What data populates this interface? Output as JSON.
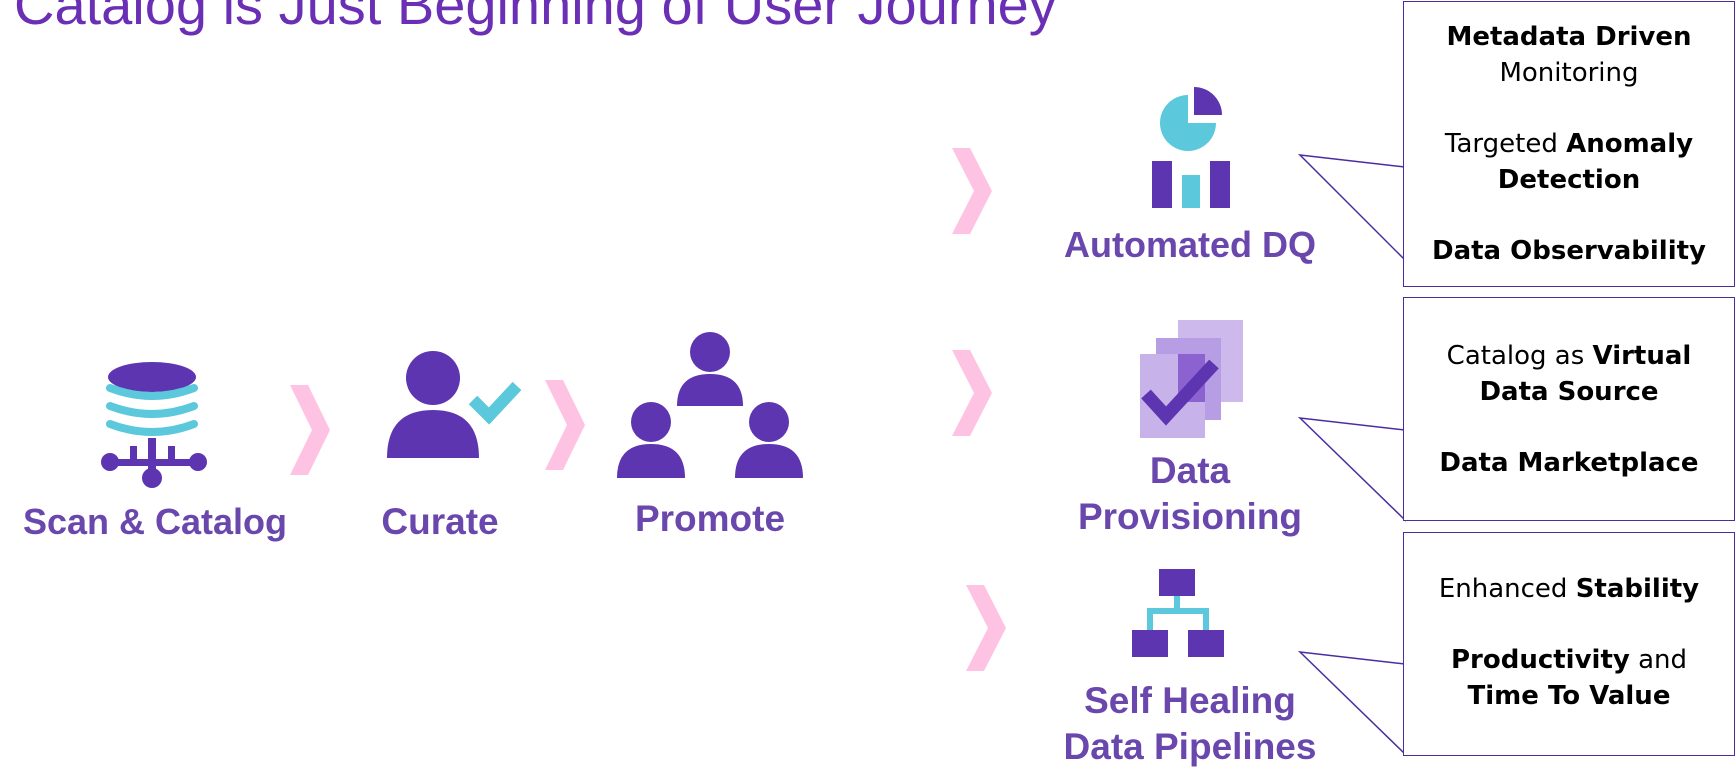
{
  "title": "Catalog is Just Beginning of User Journey",
  "stages": {
    "scan": "Scan & Catalog",
    "curate": "Curate",
    "promote": "Promote"
  },
  "outcomes": {
    "dq": "Automated DQ",
    "provisioning": [
      "Data",
      "Provisioning"
    ],
    "self_healing": [
      "Self Healing",
      "Data Pipelines"
    ]
  },
  "callouts": {
    "dq": {
      "l1_bold": "Metadata Driven",
      "l2": "Monitoring",
      "l3_normal": "Targeted ",
      "l3_bold": "Anomaly",
      "l4_bold": "Detection",
      "l5_bold": "Data Observability"
    },
    "provisioning": {
      "l1_normal": "Catalog as ",
      "l1_bold": "Virtual",
      "l2_bold": "Data Source",
      "l3_bold": "Data Marketplace"
    },
    "self_healing": {
      "l1_normal": "Enhanced ",
      "l1_bold": "Stability",
      "l2_bold": "Productivity",
      "l2_normal": " and",
      "l3_bold": "Time To Value"
    }
  },
  "colors": {
    "primary_purple": "#5d35b1",
    "label_purple": "#6a47ad",
    "accent_teal": "#5bc8dc",
    "chevron_pink": "#fec3e3",
    "callout_border": "#4b2da0"
  },
  "icons": [
    "database-network-icon",
    "user-check-icon",
    "people-network-icon",
    "pie-bar-chart-icon",
    "layered-check-icon",
    "hierarchy-icon",
    "chevron-right-icon"
  ]
}
